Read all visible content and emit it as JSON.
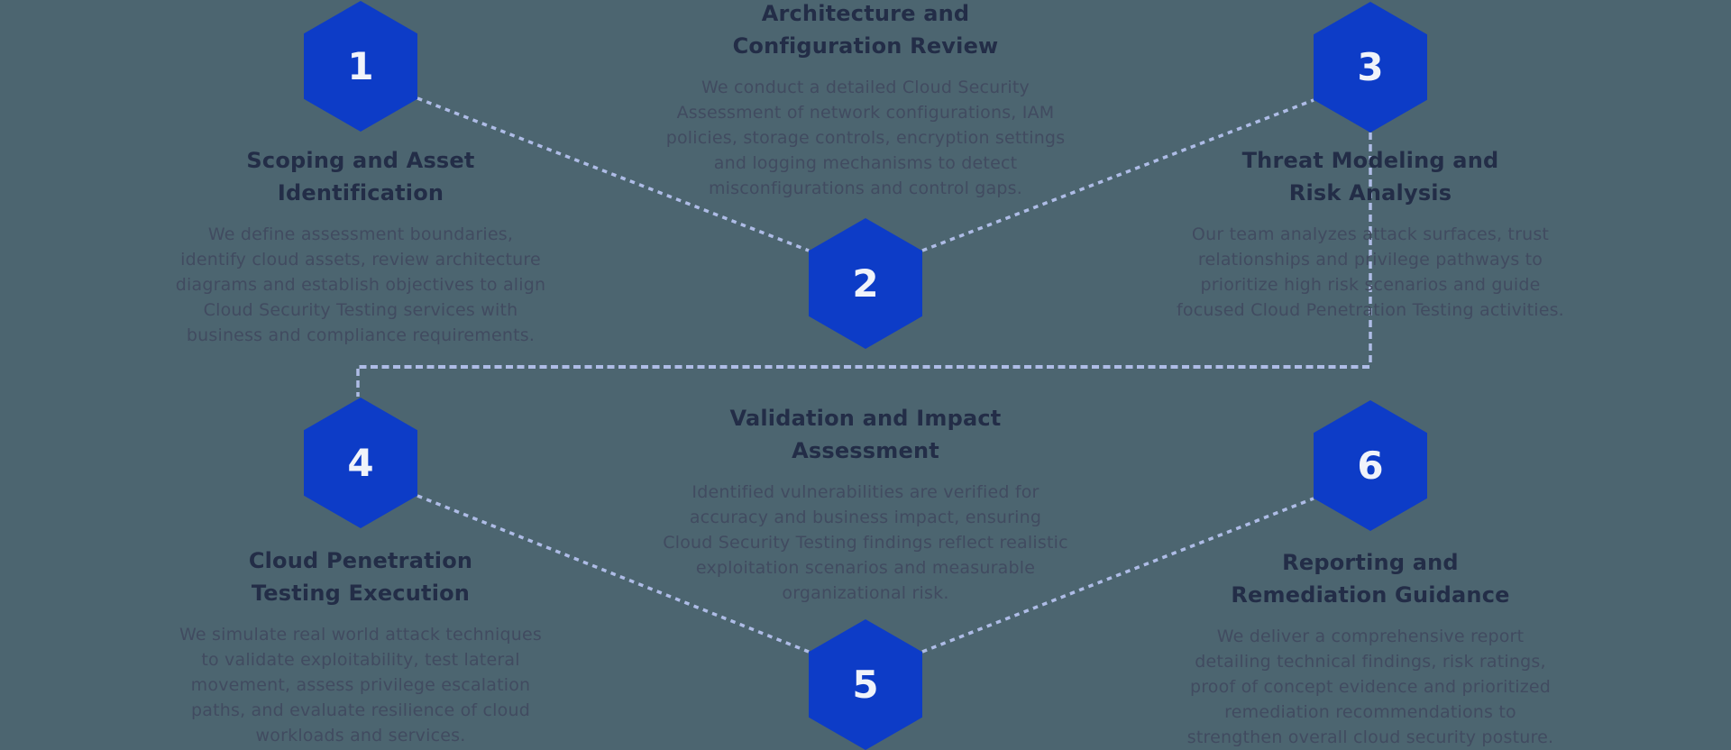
{
  "colors": {
    "background": "#4c6570",
    "hexagon": "#0d3cc7",
    "connector": "#aebce6",
    "title_text": "#232d47",
    "body_text": "#414b60",
    "number_text": "#f0f3fa"
  },
  "steps": [
    {
      "number": "1",
      "title_lines": [
        "Scoping and Asset",
        "Identification"
      ],
      "description_lines": [
        "We define assessment boundaries,",
        "identify cloud assets, review architecture",
        "diagrams and establish objectives to align",
        "Cloud Security Testing services with",
        "business and compliance requirements."
      ]
    },
    {
      "number": "2",
      "title_lines": [
        "Architecture and",
        "Configuration Review"
      ],
      "description_lines": [
        "We conduct a detailed Cloud Security",
        "Assessment of network configurations, IAM",
        "policies, storage controls, encryption settings",
        "and logging mechanisms to detect",
        "misconfigurations and control gaps."
      ]
    },
    {
      "number": "3",
      "title_lines": [
        "Threat Modeling and",
        "Risk Analysis"
      ],
      "description_lines": [
        "Our team analyzes attack surfaces, trust",
        "relationships and privilege pathways to",
        "prioritize high risk scenarios and guide",
        "focused Cloud Penetration Testing activities."
      ]
    },
    {
      "number": "4",
      "title_lines": [
        "Cloud Penetration",
        "Testing Execution"
      ],
      "description_lines": [
        "We simulate real world attack techniques",
        "to validate exploitability, test lateral",
        "movement, assess privilege escalation",
        "paths, and evaluate resilience of cloud",
        "workloads and services."
      ]
    },
    {
      "number": "5",
      "title_lines": [
        "Validation and Impact",
        "Assessment"
      ],
      "description_lines": [
        "Identified vulnerabilities are verified for",
        "accuracy and business impact, ensuring",
        "Cloud Security Testing findings reflect realistic",
        "exploitation scenarios and measurable",
        "organizational risk."
      ]
    },
    {
      "number": "6",
      "title_lines": [
        "Reporting and",
        "Remediation Guidance"
      ],
      "description_lines": [
        "We deliver a comprehensive report",
        "detailing technical findings, risk ratings,",
        "proof of concept evidence and prioritized",
        "remediation recommendations to",
        "strengthen overall cloud security posture."
      ]
    }
  ]
}
